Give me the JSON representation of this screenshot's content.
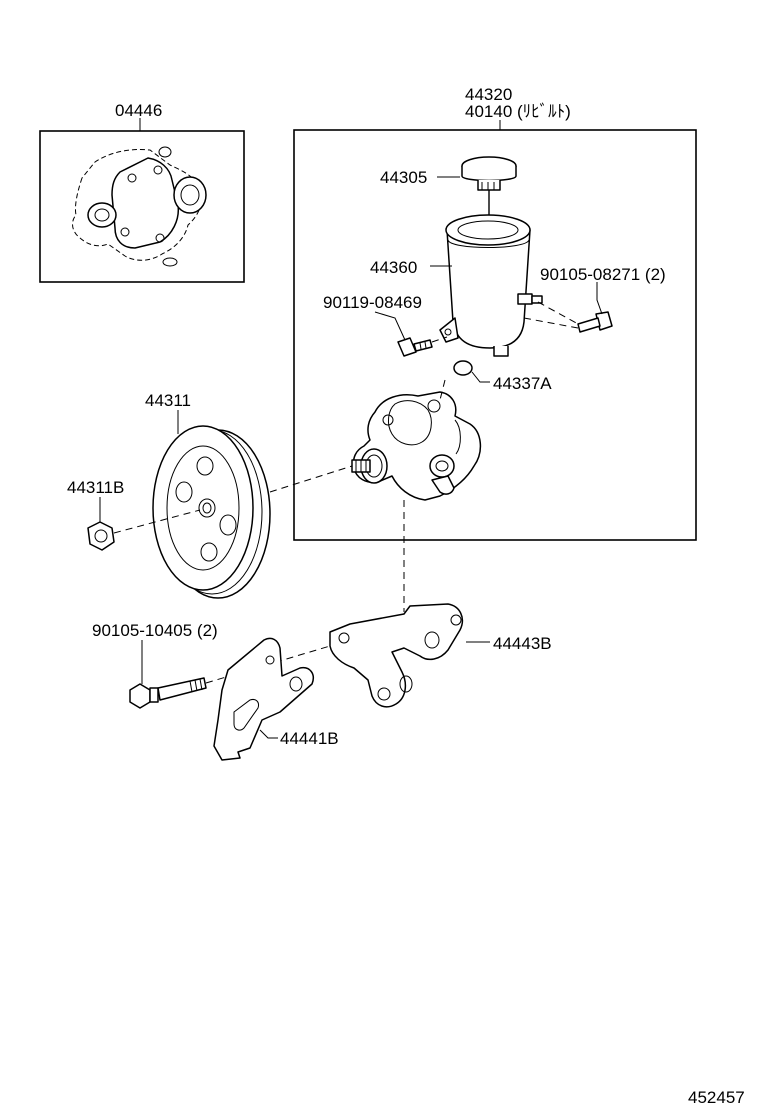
{
  "labels": {
    "gasket_kit": "04446",
    "pump_assy": "44320",
    "pump_rebuilt": "40140 (ﾘﾋﾞﾙﾄ)",
    "reservoir_cap": "44305",
    "reservoir": "44360",
    "reservoir_bolt": "90119-08469",
    "bracket_bolt_small": "90105-08271 (2)",
    "o_ring": "44337A",
    "pulley": "44311",
    "pulley_nut": "44311B",
    "long_bolt": "90105-10405 (2)",
    "bracket_b": "44443B",
    "bracket_plate": "44441B",
    "illustration_id": "452457"
  }
}
